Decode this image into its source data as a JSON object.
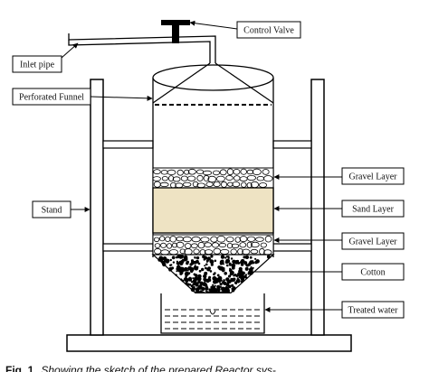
{
  "labels": {
    "control_valve": "Control Valve",
    "inlet_pipe": "Inlet pipe",
    "perforated_funnel": "Perforated Funnel",
    "stand": "Stand",
    "gravel_layer_top": "Gravel Layer",
    "sand_layer": "Sand Layer",
    "gravel_layer_bottom": "Gravel Layer",
    "cotton": "Cotton",
    "treated_water": "Treated water"
  },
  "caption": {
    "prefix": "Fig. 1",
    "text": "Showing the sketch of the prepared Reactor sys-"
  },
  "colors": {
    "sand": "#eee3c3",
    "line": "#000000",
    "background": "#ffffff"
  }
}
